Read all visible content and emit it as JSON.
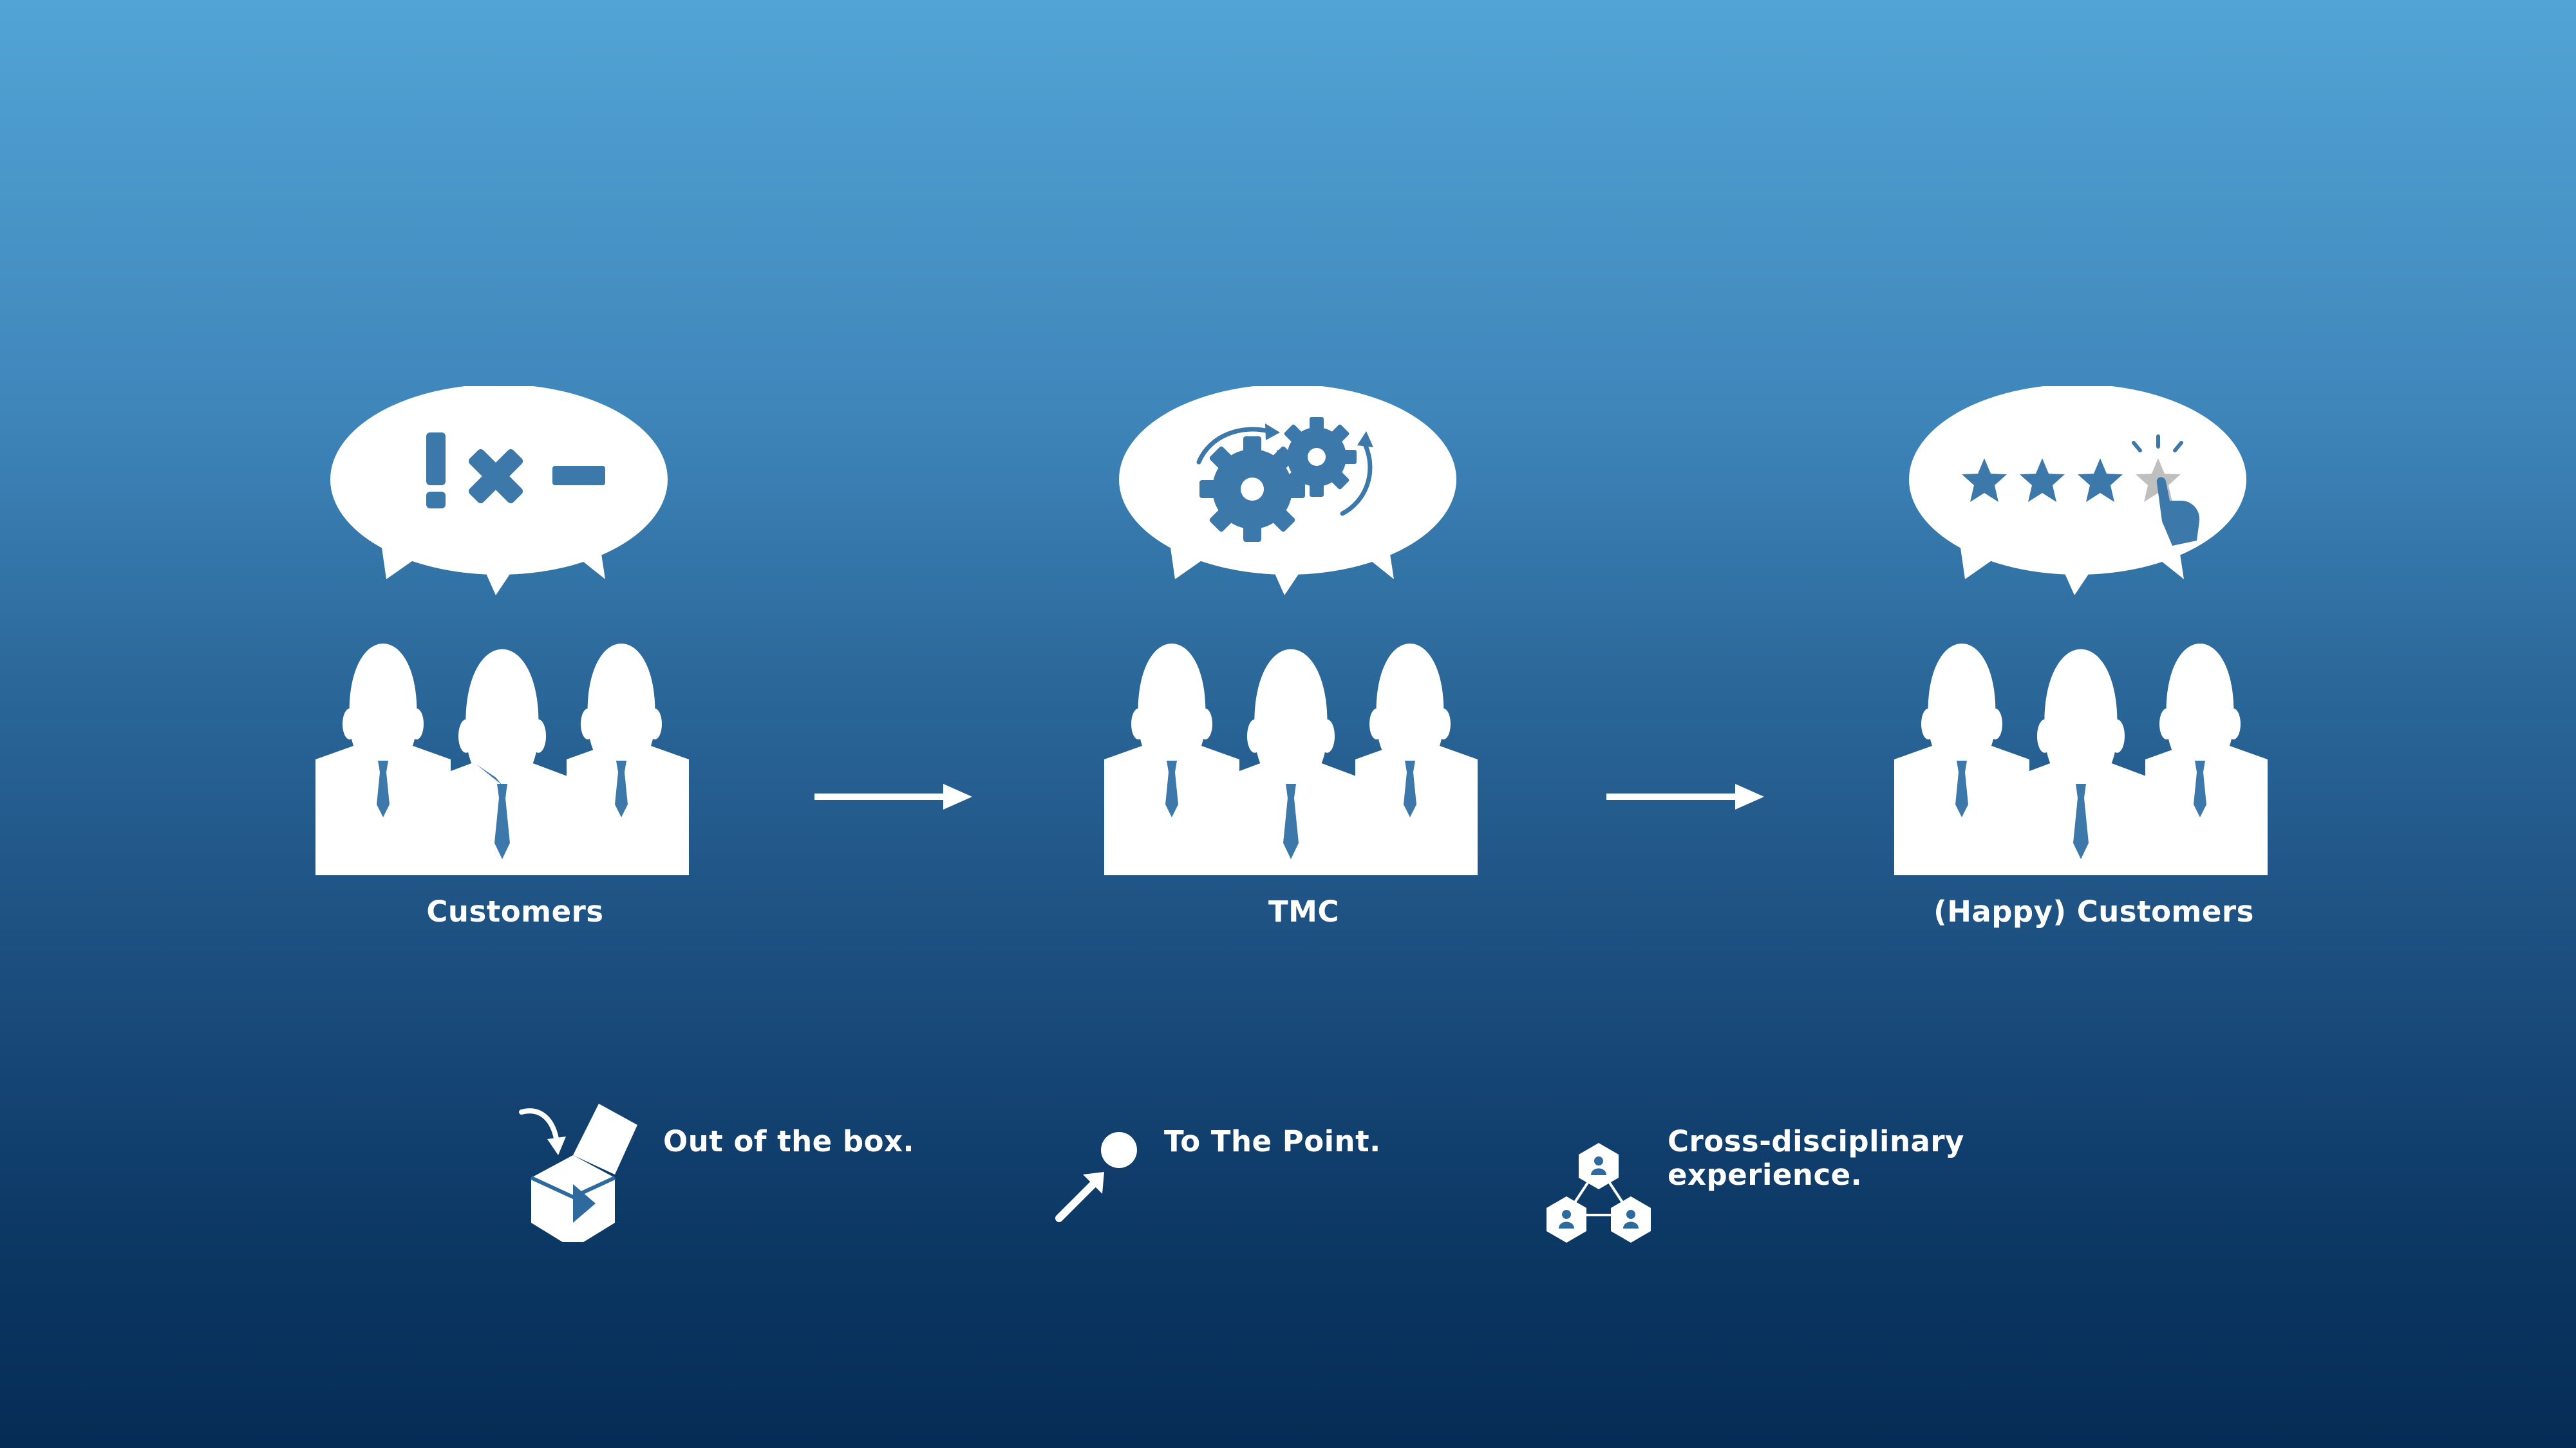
{
  "colors": {
    "background_top": "#52a4d6",
    "background_bottom": "#052c55",
    "foreground": "#ffffff",
    "icon_accent": "#3d78aa",
    "highlight_star": "#bfbfbf"
  },
  "stages": [
    {
      "label": "Customers",
      "bubble_icons": [
        "exclamation-icon",
        "cross-icon",
        "minus-icon"
      ]
    },
    {
      "label": "TMC",
      "bubble_icons": [
        "gears-icon"
      ]
    },
    {
      "label": "(Happy) Customers",
      "bubble_icons": [
        "star-icon",
        "star-icon",
        "star-icon",
        "star-rating-hand-icon"
      ]
    }
  ],
  "connectors": [
    "arrow-right-icon",
    "arrow-right-icon"
  ],
  "features": [
    {
      "icon": "open-box-icon",
      "text": "Out of the box."
    },
    {
      "icon": "target-point-icon",
      "text": "To The Point."
    },
    {
      "icon": "network-hexagon-icon",
      "text_line1": "Cross-disciplinary",
      "text_line2": "experience."
    }
  ]
}
